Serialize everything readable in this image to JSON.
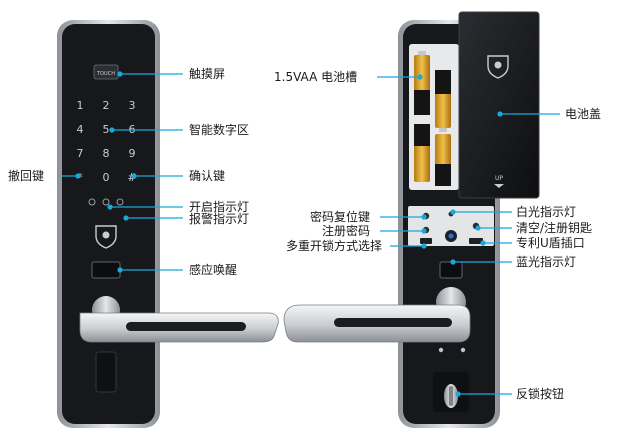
{
  "front_labels": {
    "touchscreen": "触摸屏",
    "smart_keypad": "智能数字区",
    "backspace_key": "撤回键",
    "confirm_key": "确认键",
    "unlock_light": "开启指示灯",
    "alarm_light": "报警指示灯",
    "sensor_wake": "感应唤醒"
  },
  "back_labels": {
    "battery_slot": "1.5VAA 电池槽",
    "battery_cover": "电池盖",
    "reset_key": "密码复位键",
    "register_code": "注册密码",
    "white_light": "白光指示灯",
    "clear_register_key": "清空/注册钥匙",
    "multi_mode": "多重开锁方式选择",
    "u_disk_port": "专利U盾插口",
    "blue_light": "蓝光指示灯",
    "deadlock_button": "反锁按钮"
  },
  "keypad": {
    "touch_label": "TOUCH",
    "keys": [
      "1",
      "2",
      "3",
      "4",
      "5",
      "6",
      "7",
      "8",
      "9",
      "*",
      "0",
      "#"
    ]
  },
  "battery_cover_text": "UP",
  "colors": {
    "body": "#15171a",
    "rim": "#b9bcc0",
    "leader": "#1aa7d9",
    "handle": "#d5d8dc",
    "battery_gold": "#d39a28"
  }
}
